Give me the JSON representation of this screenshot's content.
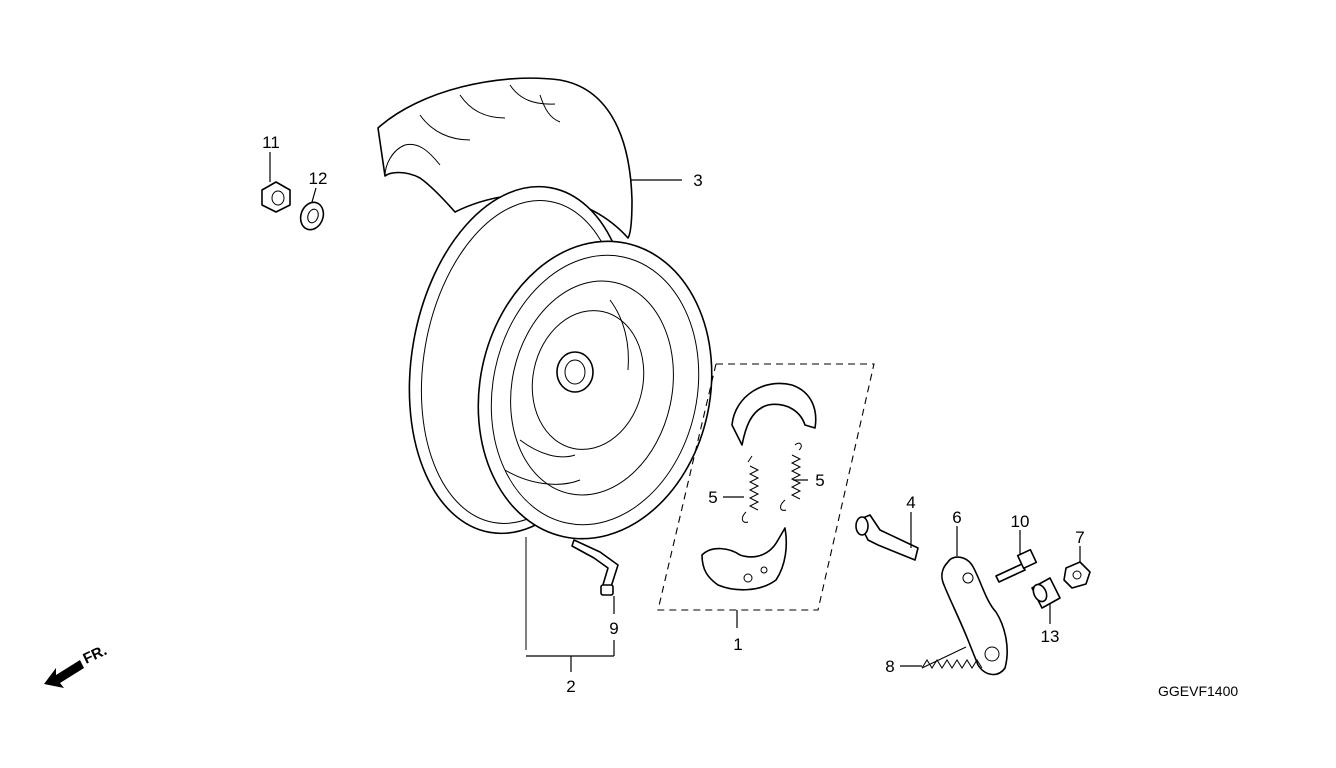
{
  "diagram": {
    "code": "GGEVF1400",
    "front_indicator": "FR.",
    "callouts": {
      "c1": "1",
      "c2": "2",
      "c3": "3",
      "c4": "4",
      "c5a": "5",
      "c5b": "5",
      "c6": "6",
      "c7": "7",
      "c8": "8",
      "c9": "9",
      "c10": "10",
      "c11": "11",
      "c12": "12",
      "c13": "13"
    }
  }
}
